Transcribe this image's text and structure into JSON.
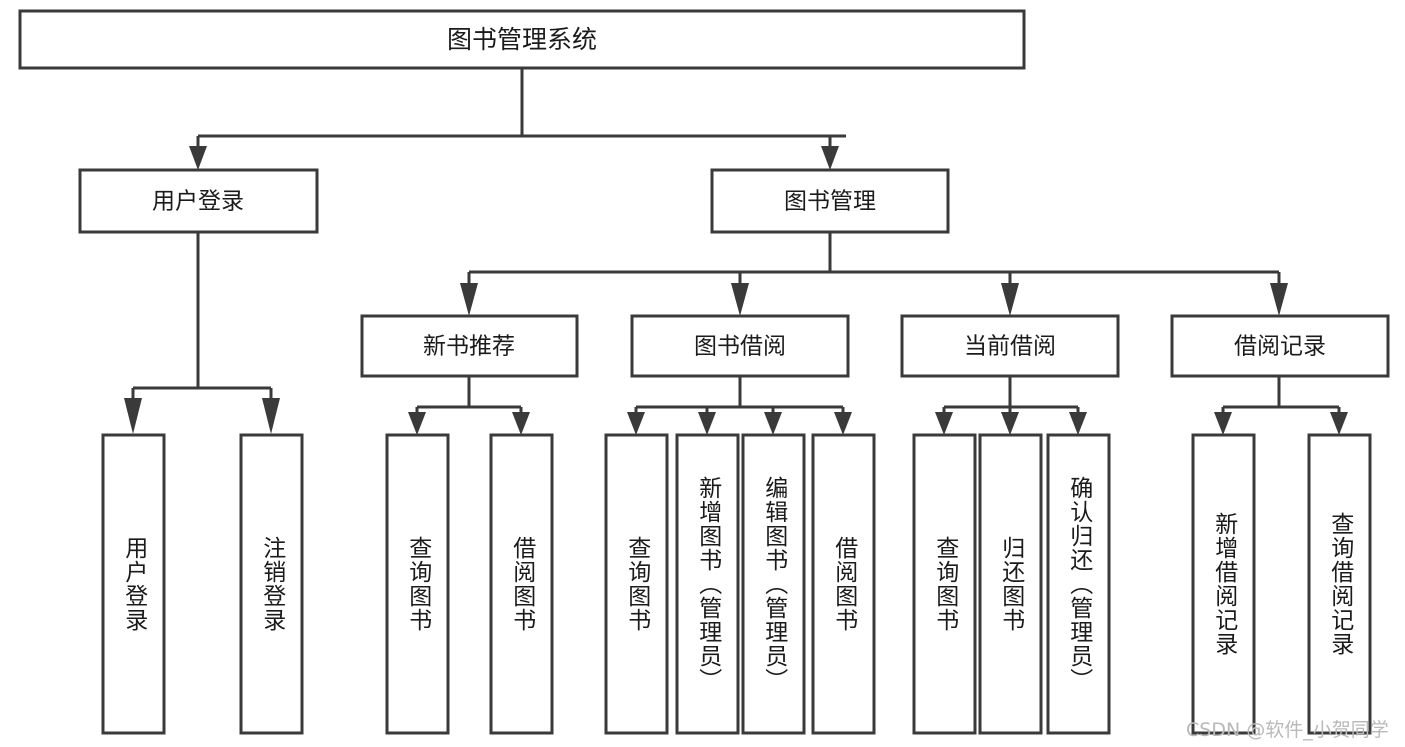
{
  "diagram": {
    "title": "图书管理系统",
    "watermark": "CSDN @软件_小贺同学",
    "root": {
      "label": "图书管理系统"
    },
    "level2": [
      {
        "label": "用户登录"
      },
      {
        "label": "图书管理"
      }
    ],
    "level3": [
      {
        "label": "新书推荐"
      },
      {
        "label": "图书借阅"
      },
      {
        "label": "当前借阅"
      },
      {
        "label": "借阅记录"
      }
    ],
    "leaves": {
      "user_login": [
        {
          "label": "用户登录"
        },
        {
          "label": "注销登录"
        }
      ],
      "new_book_recommend": [
        {
          "label": "查询图书"
        },
        {
          "label": "借阅图书"
        }
      ],
      "book_borrow": [
        {
          "label": "查询图书"
        },
        {
          "label": "新增图书（管理员）"
        },
        {
          "label": "编辑图书（管理员）"
        },
        {
          "label": "借阅图书"
        }
      ],
      "current_borrow": [
        {
          "label": "查询图书"
        },
        {
          "label": "归还图书"
        },
        {
          "label": "确认归还（管理员）"
        }
      ],
      "borrow_record": [
        {
          "label": "新增借阅记录"
        },
        {
          "label": "查询借阅记录"
        }
      ]
    },
    "colors": {
      "stroke": "#3a3a3a",
      "fill": "#ffffff",
      "text": "#1b1b1b",
      "watermark": "#b9b9b9"
    }
  }
}
